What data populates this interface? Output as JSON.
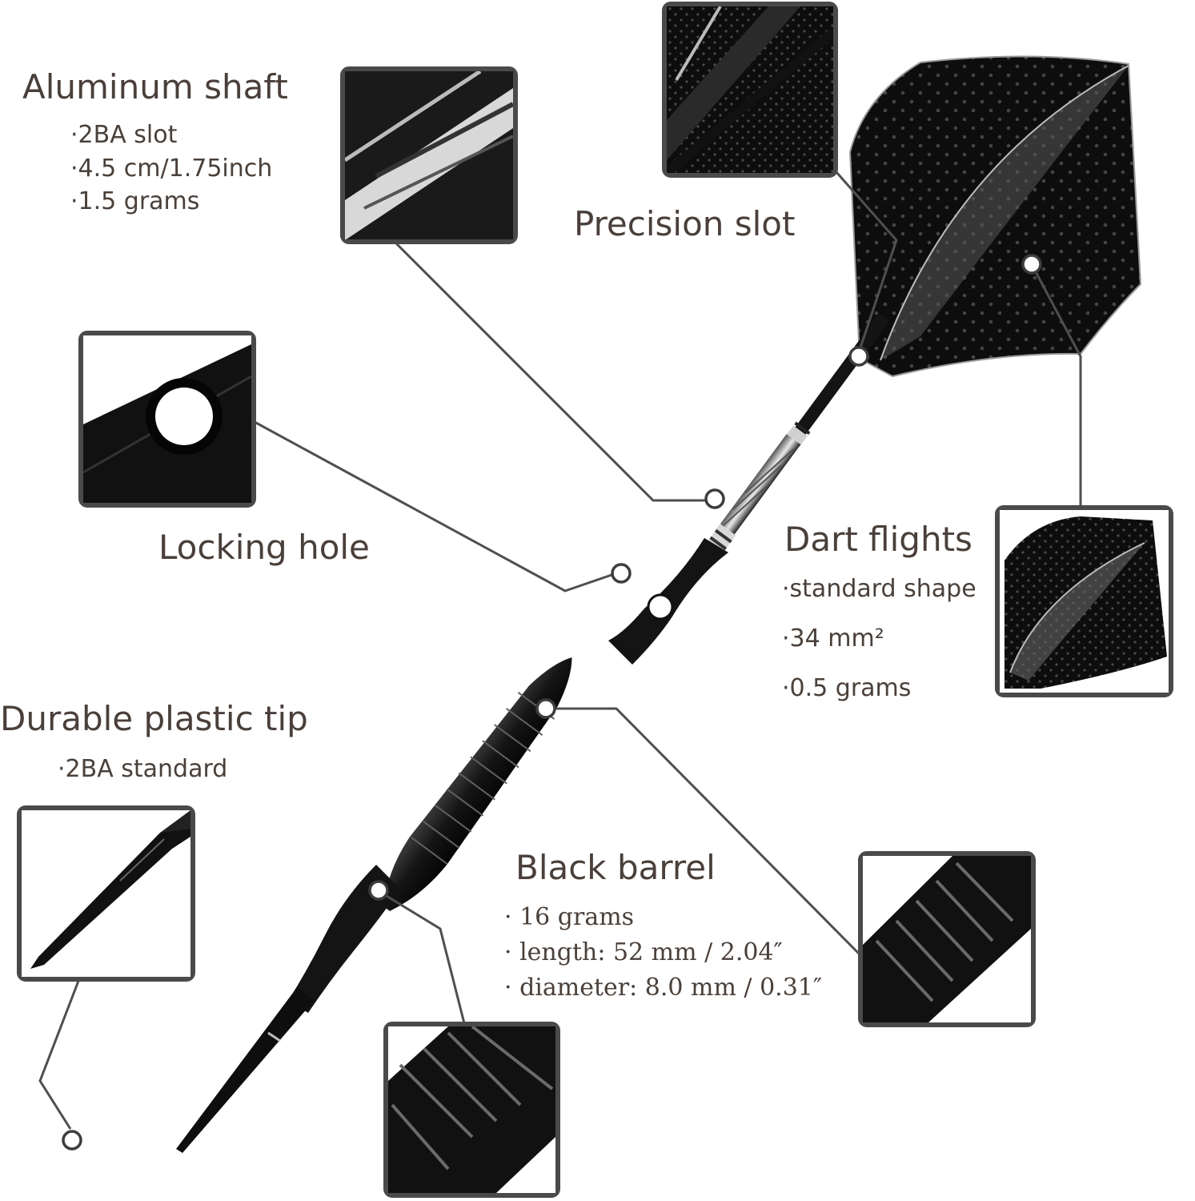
{
  "colors": {
    "heading_text": "#4a3f3a",
    "spec_text": "#4a403a",
    "dart_black": "#111111",
    "leader_line": "#4f4f4f",
    "frame_border": "#4a4a4a"
  },
  "callouts": {
    "aluminum_shaft": {
      "title": "Aluminum shaft",
      "specs": [
        "·2BA slot",
        "·4.5 cm/1.75inch",
        "·1.5 grams"
      ]
    },
    "precision_slot": {
      "title": "Precision slot"
    },
    "locking_hole": {
      "title": "Locking hole"
    },
    "dart_flights": {
      "title": "Dart flights",
      "specs": [
        "·standard shape",
        "·34 mm²",
        "·0.5 grams"
      ]
    },
    "plastic_tip": {
      "title": "Durable plastic tip",
      "specs": [
        "·2BA standard"
      ]
    },
    "black_barrel": {
      "title": "Black barrel",
      "specs": [
        "·  16 grams",
        "·  length: 52 mm / 2.04″",
        "·  diameter: 8.0 mm / 0.31″"
      ]
    }
  }
}
